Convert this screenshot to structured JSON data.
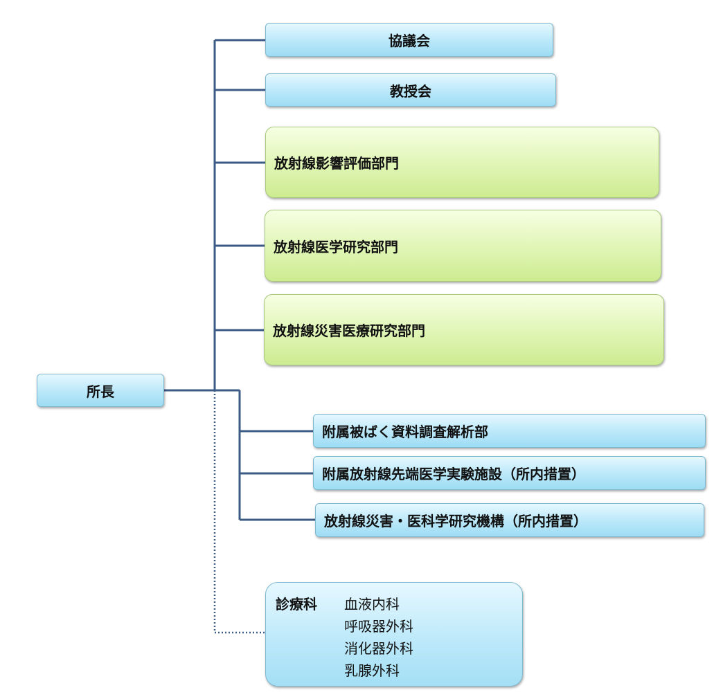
{
  "head": {
    "label": "所長"
  },
  "committees": [
    {
      "label": "協議会"
    },
    {
      "label": "教授会"
    }
  ],
  "divisions": [
    {
      "label": "放射線影響評価部門"
    },
    {
      "label": "放射線医学研究部門"
    },
    {
      "label": "放射線災害医療研究部門"
    }
  ],
  "attached": [
    {
      "label": "附属被ばく資料調査解析部"
    },
    {
      "label": "附属放射線先端医学実験施設（所内措置）"
    },
    {
      "label": "放射線災害・医科学研究機構（所内措置）"
    }
  ],
  "clinic": {
    "title": "診療科",
    "departments": [
      "血液内科",
      "呼吸器外科",
      "消化器外科",
      "乳腺外科"
    ]
  },
  "colors": {
    "connector": "#3b5b86",
    "box_blue": "#bde9fa",
    "box_green": "#dff5b4"
  }
}
